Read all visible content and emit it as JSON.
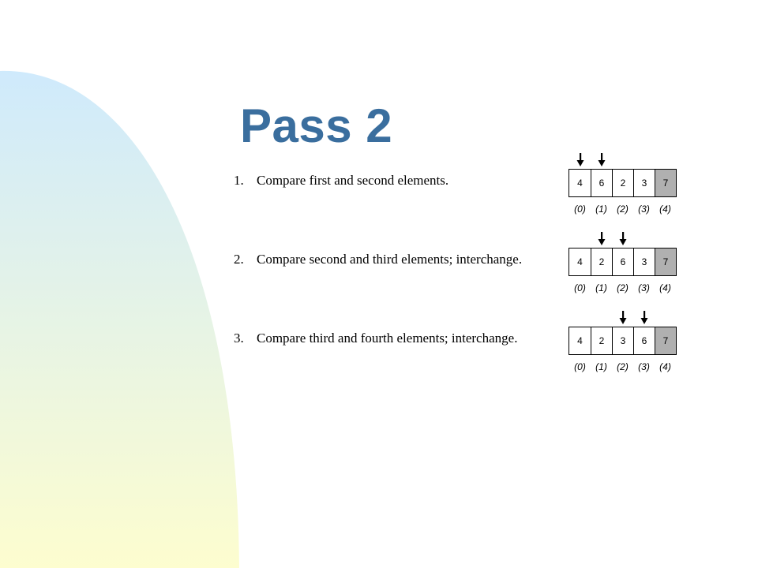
{
  "slide": {
    "title": "Pass 2",
    "title_color": "#3a6e9e",
    "background_gradient": {
      "top": "#cfeafc",
      "bottom": "#fdfdcf"
    }
  },
  "steps": [
    {
      "number": "1.",
      "text": "Compare first and second elements.",
      "array": [
        "4",
        "6",
        "2",
        "3",
        "7"
      ],
      "pointers": [
        0,
        1
      ]
    },
    {
      "number": "2.",
      "text": "Compare second and third elements; interchange.",
      "array": [
        "4",
        "2",
        "6",
        "3",
        "7"
      ],
      "pointers": [
        1,
        2
      ]
    },
    {
      "number": "3.",
      "text": "Compare third and fourth elements; interchange.",
      "array": [
        "4",
        "2",
        "3",
        "6",
        "7"
      ],
      "pointers": [
        2,
        3
      ]
    }
  ],
  "indices": [
    "(0)",
    "(1)",
    "(2)",
    "(3)",
    "(4)"
  ],
  "sorted_from_index": 4,
  "colors": {
    "sorted_cell": "#b0b0b0",
    "border": "#000000"
  },
  "icons": {
    "pointer": "down-arrow-icon"
  }
}
